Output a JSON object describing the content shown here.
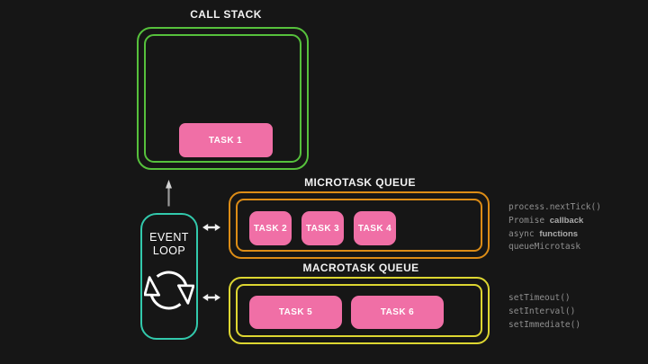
{
  "colors": {
    "bg": "#161616",
    "green": "#56c13c",
    "orange": "#dc8c16",
    "yellow": "#ddd631",
    "teal": "#32c9ac",
    "pink": "#f06fa6"
  },
  "call_stack": {
    "title": "CALL STACK",
    "tasks": [
      "TASK 1"
    ]
  },
  "event_loop": {
    "lines": [
      "EVENT",
      "LOOP"
    ]
  },
  "microtask_queue": {
    "title": "MICROTASK QUEUE",
    "tasks": [
      "TASK 2",
      "TASK 3",
      "TASK 4"
    ],
    "annotations": [
      [
        {
          "t": "process.nextTick()",
          "b": false
        }
      ],
      [
        {
          "t": "Promise ",
          "b": false
        },
        {
          "t": "callback",
          "b": true
        }
      ],
      [
        {
          "t": "async ",
          "b": false
        },
        {
          "t": "functions",
          "b": true
        }
      ],
      [
        {
          "t": "queueMicrotask",
          "b": false
        }
      ]
    ]
  },
  "macrotask_queue": {
    "title": "MACROTASK QUEUE",
    "tasks": [
      "TASK 5",
      "TASK 6"
    ],
    "annotations": [
      [
        {
          "t": "setTimeout()",
          "b": false
        }
      ],
      [
        {
          "t": "setInterval()",
          "b": false
        }
      ],
      [
        {
          "t": "setImmediate()",
          "b": false
        }
      ]
    ]
  }
}
